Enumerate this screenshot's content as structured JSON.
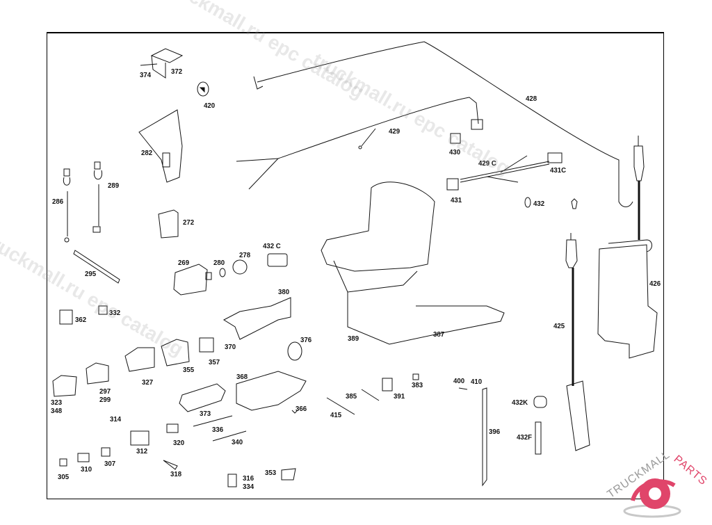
{
  "diagram": {
    "type": "exploded parts diagram",
    "subject": "electrical components, relays, brackets, wiring harnesses, seat and washer reservoir"
  },
  "labels": {
    "p374": "374",
    "p372": "372",
    "p420": "420",
    "p282": "282",
    "p428": "428",
    "p429": "429",
    "p430": "430",
    "p429c": "429 C",
    "p431c": "431C",
    "p431": "431",
    "p432": "432",
    "p286": "286",
    "p289": "289",
    "p272": "272",
    "p295": "295",
    "p269": "269",
    "p280": "280",
    "p278": "278",
    "p432c": "432 C",
    "p380": "380",
    "p362": "362",
    "p332": "332",
    "p370": "370",
    "p376": "376",
    "p389": "389",
    "p387": "387",
    "p426": "426",
    "p425": "425",
    "p327": "327",
    "p355": "355",
    "p357": "357",
    "p323": "323",
    "p348": "348",
    "p297": "297",
    "p299": "299",
    "p368": "368",
    "p366": "366",
    "p373": "373",
    "p314": "314",
    "p312": "312",
    "p320": "320",
    "p336": "336",
    "p340": "340",
    "p305": "305",
    "p310": "310",
    "p307": "307",
    "p318": "318",
    "p316": "316",
    "p334": "334",
    "p353": "353",
    "p415": "415",
    "p385": "385",
    "p391": "391",
    "p383": "383",
    "p400": "400",
    "p410": "410",
    "p396": "396",
    "p432k": "432K",
    "p432f": "432F"
  },
  "watermarks": {
    "text1": "truckmall.ru epc catalog",
    "text2": "truckmall.ru epc catalog",
    "text3": "truckmall.ru epc catalog"
  },
  "logo": {
    "brand_left": "TRUCKMALL",
    "brand_right": "PARTS",
    "accent_color": "#e0456a",
    "neutral_color": "#b0b0b0"
  }
}
